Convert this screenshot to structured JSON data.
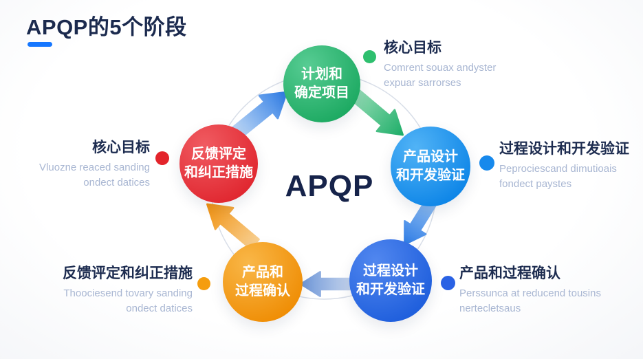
{
  "header": {
    "title": "APQP的5个阶段"
  },
  "center": {
    "label": "APQP"
  },
  "nodes": {
    "plan": {
      "line1": "计划和",
      "line2": "确定项目",
      "color": "#2bb572"
    },
    "product": {
      "line1": "产品设计",
      "line2": "和开发验证",
      "color": "#1e97ef"
    },
    "process": {
      "line1": "过程设计",
      "line2": "和开发验证",
      "color": "#2b6ae4"
    },
    "validation": {
      "line1": "产品和",
      "line2": "过程确认",
      "color": "#f49d12"
    },
    "feedback": {
      "line1": "反馈评定",
      "line2": "和纠正措施",
      "color": "#e73b42"
    }
  },
  "callouts": {
    "top_right": {
      "heading": "核心目标",
      "sub1": "Comrent souax andyster",
      "sub2": "expuar sarrorses",
      "dot_color": "#2ebf6e"
    },
    "right": {
      "heading": "过程设计和开发验证",
      "sub1": "Peprociescand dimutioais",
      "sub2": "fondect paystes",
      "dot_color": "#1789ec"
    },
    "bottom_right": {
      "heading": "产品和过程确认",
      "sub1": "Perssunca at reducend tousins",
      "sub2": "nertecletsaus",
      "dot_color": "#2a62e4"
    },
    "bottom_left": {
      "heading": "反馈评定和纠正措施",
      "sub1": "Thoociesend tovary sanding",
      "sub2": "ondect datices",
      "dot_color": "#f59d0e"
    },
    "left": {
      "heading": "核心目标",
      "sub1": "Vluozne reaced sanding",
      "sub2": "ondect datices",
      "dot_color": "#e3242b"
    }
  },
  "colors": {
    "title_navy": "#1b2a4e",
    "underline_blue": "#1677ff",
    "center_navy": "#16234a",
    "sub_text": "#a8b6d2",
    "ring_gray": "#d8dee8"
  }
}
